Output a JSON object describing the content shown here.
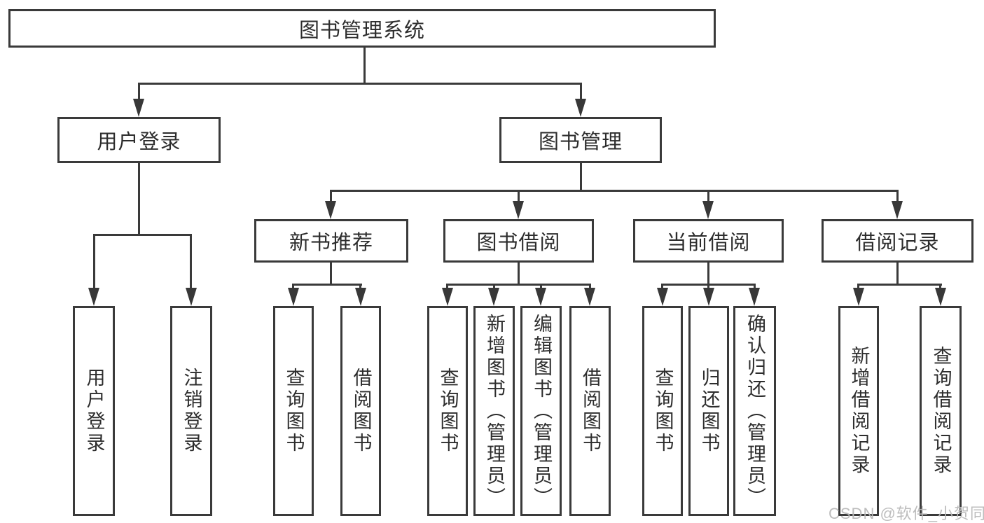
{
  "diagram": {
    "type": "tree",
    "root": "图书管理系统",
    "level2": [
      {
        "label": "用户登录",
        "children": [
          "用户登录",
          "注销登录"
        ]
      },
      {
        "label": "图书管理",
        "sections": [
          {
            "label": "新书推荐",
            "children": [
              "查询图书",
              "借阅图书"
            ]
          },
          {
            "label": "图书借阅",
            "children": [
              "查询图书",
              "新增图书（管理员）",
              "编辑图书（管理员）",
              "借阅图书"
            ]
          },
          {
            "label": "当前借阅",
            "children": [
              "查询图书",
              "归还图书",
              "确认归还（管理员）"
            ]
          },
          {
            "label": "借阅记录",
            "children": [
              "新增借阅记录",
              "查询借阅记录"
            ]
          }
        ]
      }
    ]
  },
  "watermark": {
    "text": "CSDN @软件_小贺同学"
  },
  "colors": {
    "line": "#3a3a3a",
    "text": "#2d2d2d",
    "watermark": "#b9b9b9",
    "background": "#ffffff"
  }
}
